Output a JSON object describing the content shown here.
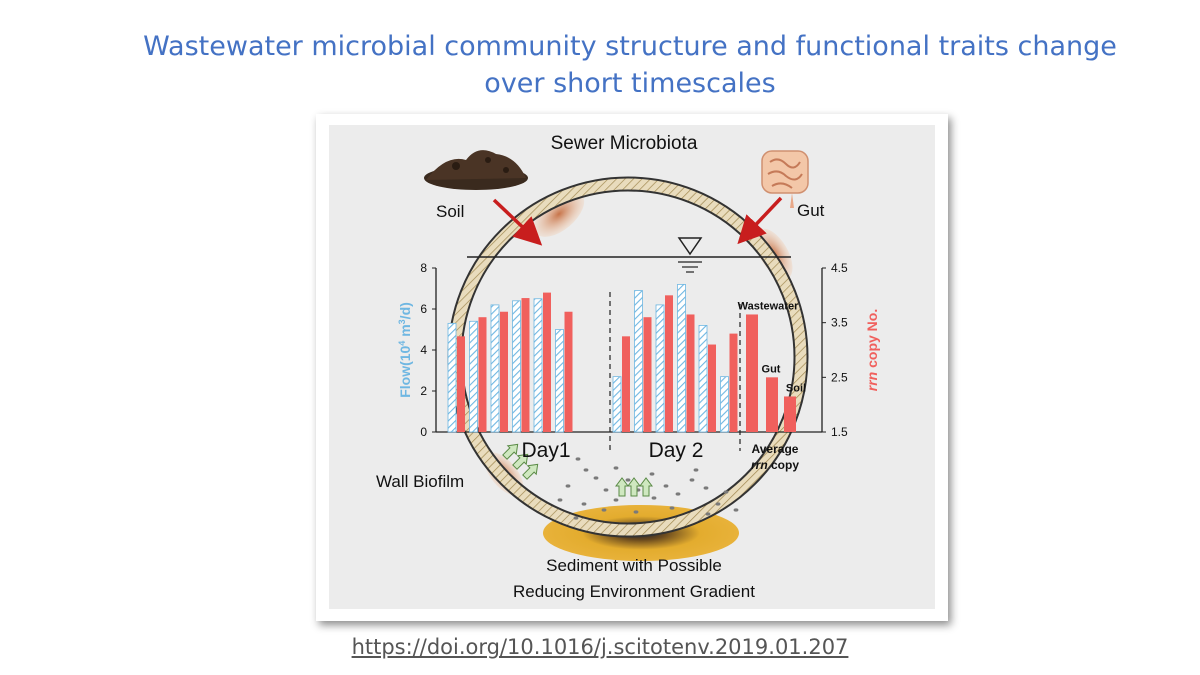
{
  "slide": {
    "title_line1": "Wastewater microbial community structure and functional traits change",
    "title_line2": "over short timescales",
    "doi_link": "https://doi.org/10.1016/j.scitotenv.2019.01.207"
  },
  "figure": {
    "header": "Sewer Microbiota",
    "soil_label": "Soil",
    "gut_label": "Gut",
    "wall_biofilm_label": "Wall Biofilm",
    "sediment_line1": "Sediment with Possible",
    "sediment_line2": "Reducing Environment Gradient",
    "day1_label": "Day1",
    "day2_label": "Day 2",
    "average_line1": "Average",
    "average_line2_italic": "rrn",
    "average_line2_rest": " copy",
    "left_axis_title_main": "Flow(10",
    "left_axis_title_sup1": "4",
    "left_axis_title_mid": " m",
    "left_axis_title_sup2": "3",
    "left_axis_title_end": "/d)",
    "right_axis_title_italic": "rrn",
    "right_axis_title_rest": " copy No.",
    "colors": {
      "flow_bar": "#6fb7e2",
      "rrn_bar": "#f0605d",
      "title": "#4472C4",
      "arrow_red": "#c81e1e",
      "pipe_wall": "#e9dcbd",
      "sediment": "#e3ac2e"
    }
  },
  "chart_data": {
    "type": "bar",
    "left_axis": {
      "ticks": [
        0,
        2,
        4,
        6,
        8
      ],
      "ylim": [
        0,
        8
      ]
    },
    "right_axis": {
      "ticks": [
        1.5,
        2.5,
        3.5,
        4.5
      ],
      "ylim": [
        1.5,
        4.5
      ]
    },
    "day1": {
      "flow": [
        5.3,
        5.4,
        6.2,
        6.4,
        6.5,
        5.0
      ],
      "rrn": [
        3.25,
        3.6,
        3.7,
        3.95,
        4.05,
        3.7
      ]
    },
    "day2": {
      "flow": [
        2.7,
        6.9,
        6.2,
        7.2,
        5.2,
        2.7
      ],
      "rrn": [
        3.25,
        3.6,
        4.0,
        3.65,
        3.1,
        3.3
      ]
    },
    "average": {
      "categories": [
        "Wastewater",
        "Gut",
        "Soil"
      ],
      "values": [
        3.65,
        2.5,
        2.15
      ]
    }
  }
}
